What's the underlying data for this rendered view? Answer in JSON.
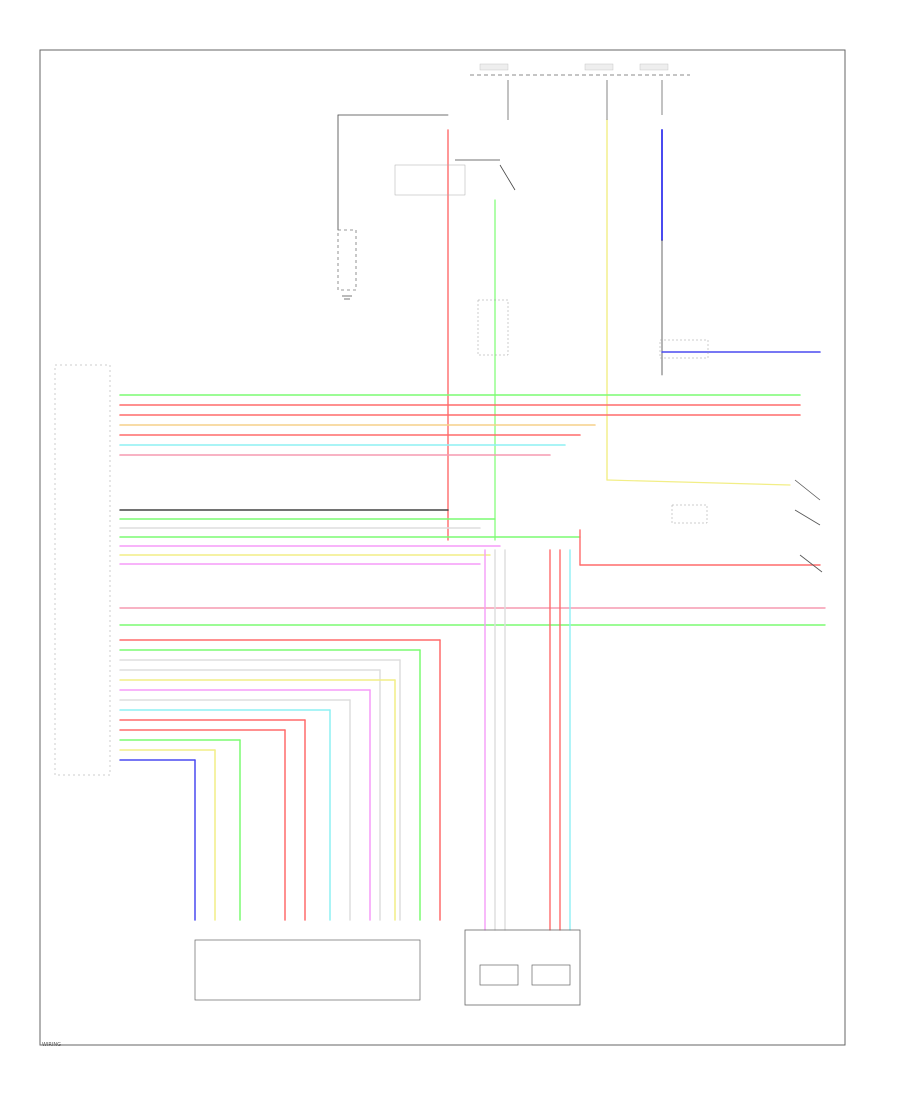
{
  "colors": {
    "frame": "#555555",
    "black": "#444444",
    "green": "#7CFC72",
    "red": "#FF6B6B",
    "pink": "#F59AB0",
    "yellow": "#F2EE86",
    "cyan": "#8EF0F4",
    "violet": "#F59CF8",
    "blue": "#4A4AF0",
    "lightblue": "#8CD8F8",
    "white": "#DDDDDD",
    "orange": "#F6D08A"
  },
  "wires": {
    "left_trunk": [
      "green",
      "red",
      "red",
      "orange",
      "red",
      "cyan",
      "pink"
    ],
    "mid_block": [
      "black",
      "green",
      "white",
      "green",
      "violet",
      "yellow",
      "violet"
    ],
    "lower_pink": [
      "pink"
    ],
    "lower_green": [
      "green"
    ],
    "bottom_bundle": [
      "red",
      "green",
      "white",
      "white",
      "yellow",
      "violet",
      "white",
      "cyan",
      "red",
      "red",
      "green",
      "yellow",
      "blue"
    ]
  },
  "page_code": "WIRING"
}
